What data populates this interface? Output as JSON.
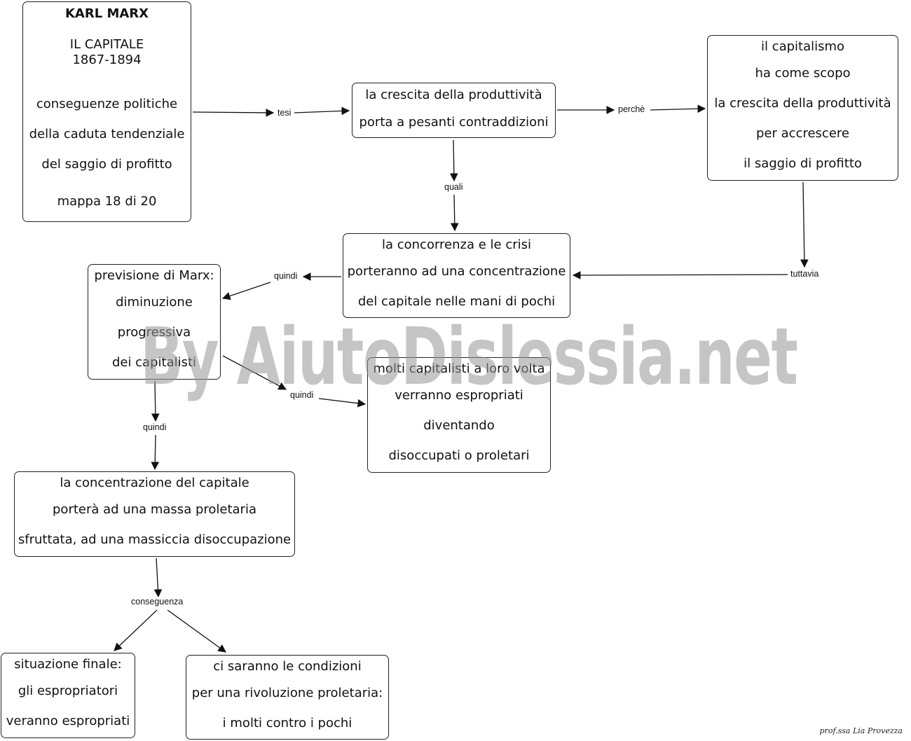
{
  "nodes": {
    "title": {
      "heading": "KARL MARX",
      "work": "IL CAPITALE",
      "years": "1867-1894",
      "lines": [
        "conseguenze politiche",
        "della caduta tendenziale",
        "del saggio di profitto"
      ],
      "map_index": "mappa 18 di 20"
    },
    "crescita": {
      "lines": [
        "la crescita della produttività",
        "porta a pesanti contraddizioni"
      ]
    },
    "capitalismo": {
      "lines": [
        "il capitalismo",
        "ha come scopo",
        "la crescita della produttività",
        "per accrescere",
        "il saggio di profitto"
      ]
    },
    "concorrenza": {
      "lines": [
        "la concorrenza e le crisi",
        "porteranno ad una concentrazione",
        "del capitale nelle mani di pochi"
      ]
    },
    "previsione": {
      "lines": [
        "previsione di Marx:",
        "diminuzione",
        "progressiva",
        "dei capitalisti"
      ]
    },
    "molti": {
      "lines": [
        "molti capitalisti a loro volta",
        "verranno espropriati",
        "diventando",
        "disoccupati o proletari"
      ]
    },
    "concentrazione": {
      "lines": [
        "la concentrazione del capitale",
        "porterà ad una massa proletaria",
        "sfruttata, ad una massiccia disoccupazione"
      ]
    },
    "finale": {
      "lines": [
        "situazione finale:",
        "gli espropriatori",
        "veranno espropriati"
      ]
    },
    "rivoluzione": {
      "lines": [
        "ci saranno le condizioni",
        "per una rivoluzione proletaria:",
        "i molti contro i pochi"
      ]
    }
  },
  "links": {
    "tesi": "tesi",
    "perche": "perchè",
    "quali": "quali",
    "tuttavia": "tuttavia",
    "quindi_a": "quindi",
    "quindi_b": "quindi",
    "quindi_c": "quindi",
    "conseguenza": "conseguenza"
  },
  "watermark": "By AiutoDislessia.net",
  "signature": "prof.ssa Lia Provezza",
  "colors": {
    "line": "#111111",
    "border": "#222222",
    "watermark": "#969696"
  }
}
